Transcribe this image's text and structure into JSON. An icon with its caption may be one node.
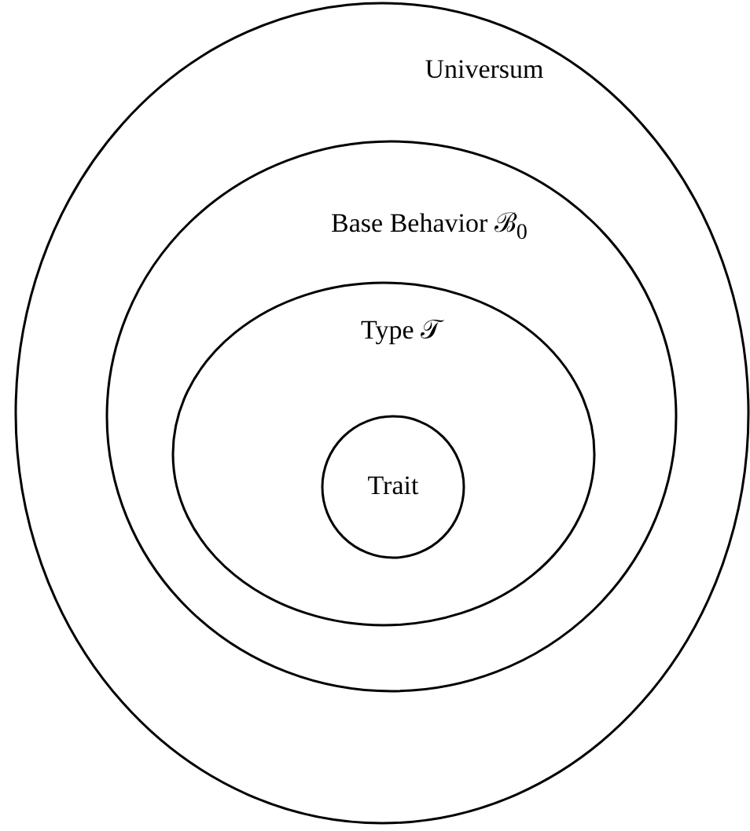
{
  "diagram": {
    "nodes": [
      {
        "text": [
          "Universum"
        ]
      },
      {
        "text": [
          "Base Behavior ℬ$_{0}$"
        ],
        "in": 0
      },
      {
        "text": [
          "Type 𝒯"
        ],
        "in": 1
      },
      {
        "text": [
          "Trait"
        ],
        "in": 2
      }
    ]
  }
}
